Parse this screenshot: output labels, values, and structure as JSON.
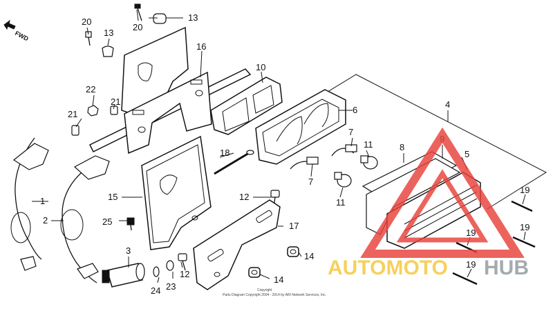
{
  "diagram": {
    "direction_label": "FWD",
    "copyright_line1": "Copyright",
    "copyright_line2": "Parts Diagram Copyright 2004 - 2014 by ARI Network Services, Inc."
  },
  "callouts": [
    {
      "label": "1"
    },
    {
      "label": "2"
    },
    {
      "label": "3"
    },
    {
      "label": "4"
    },
    {
      "label": "5"
    },
    {
      "label": "6"
    },
    {
      "label": "7"
    },
    {
      "label": "7"
    },
    {
      "label": "8"
    },
    {
      "label": "9"
    },
    {
      "label": "10"
    },
    {
      "label": "11"
    },
    {
      "label": "11"
    },
    {
      "label": "12"
    },
    {
      "label": "12"
    },
    {
      "label": "13"
    },
    {
      "label": "13"
    },
    {
      "label": "14"
    },
    {
      "label": "14"
    },
    {
      "label": "15"
    },
    {
      "label": "16"
    },
    {
      "label": "17"
    },
    {
      "label": "18"
    },
    {
      "label": "19"
    },
    {
      "label": "19"
    },
    {
      "label": "19"
    },
    {
      "label": "19"
    },
    {
      "label": "20"
    },
    {
      "label": "20"
    },
    {
      "label": "21"
    },
    {
      "label": "21"
    },
    {
      "label": "22"
    },
    {
      "label": "23"
    },
    {
      "label": "24"
    },
    {
      "label": "25"
    }
  ],
  "watermark": {
    "word_part1": "AUTOMOTO",
    "word_part2": "HUB",
    "color_primary": "#e8423a",
    "color_secondary": "#f5c842",
    "color_tertiary": "#9aa3a8"
  }
}
